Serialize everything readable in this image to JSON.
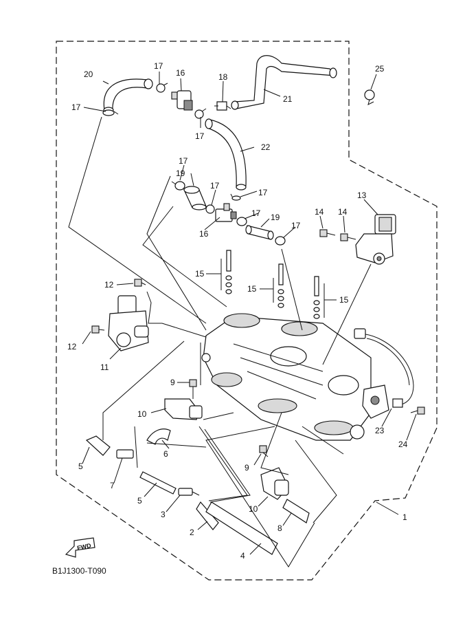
{
  "diagram_code": "B1J1300-T090",
  "fwd_label": "FWD",
  "callouts": [
    "1",
    "2",
    "3",
    "4",
    "5",
    "5",
    "6",
    "7",
    "8",
    "9",
    "9",
    "10",
    "10",
    "11",
    "12",
    "12",
    "13",
    "14",
    "14",
    "15",
    "15",
    "15",
    "16",
    "16",
    "17",
    "17",
    "17",
    "17",
    "17",
    "17",
    "17",
    "17",
    "18",
    "19",
    "19",
    "20",
    "21",
    "22",
    "23",
    "24",
    "25"
  ]
}
